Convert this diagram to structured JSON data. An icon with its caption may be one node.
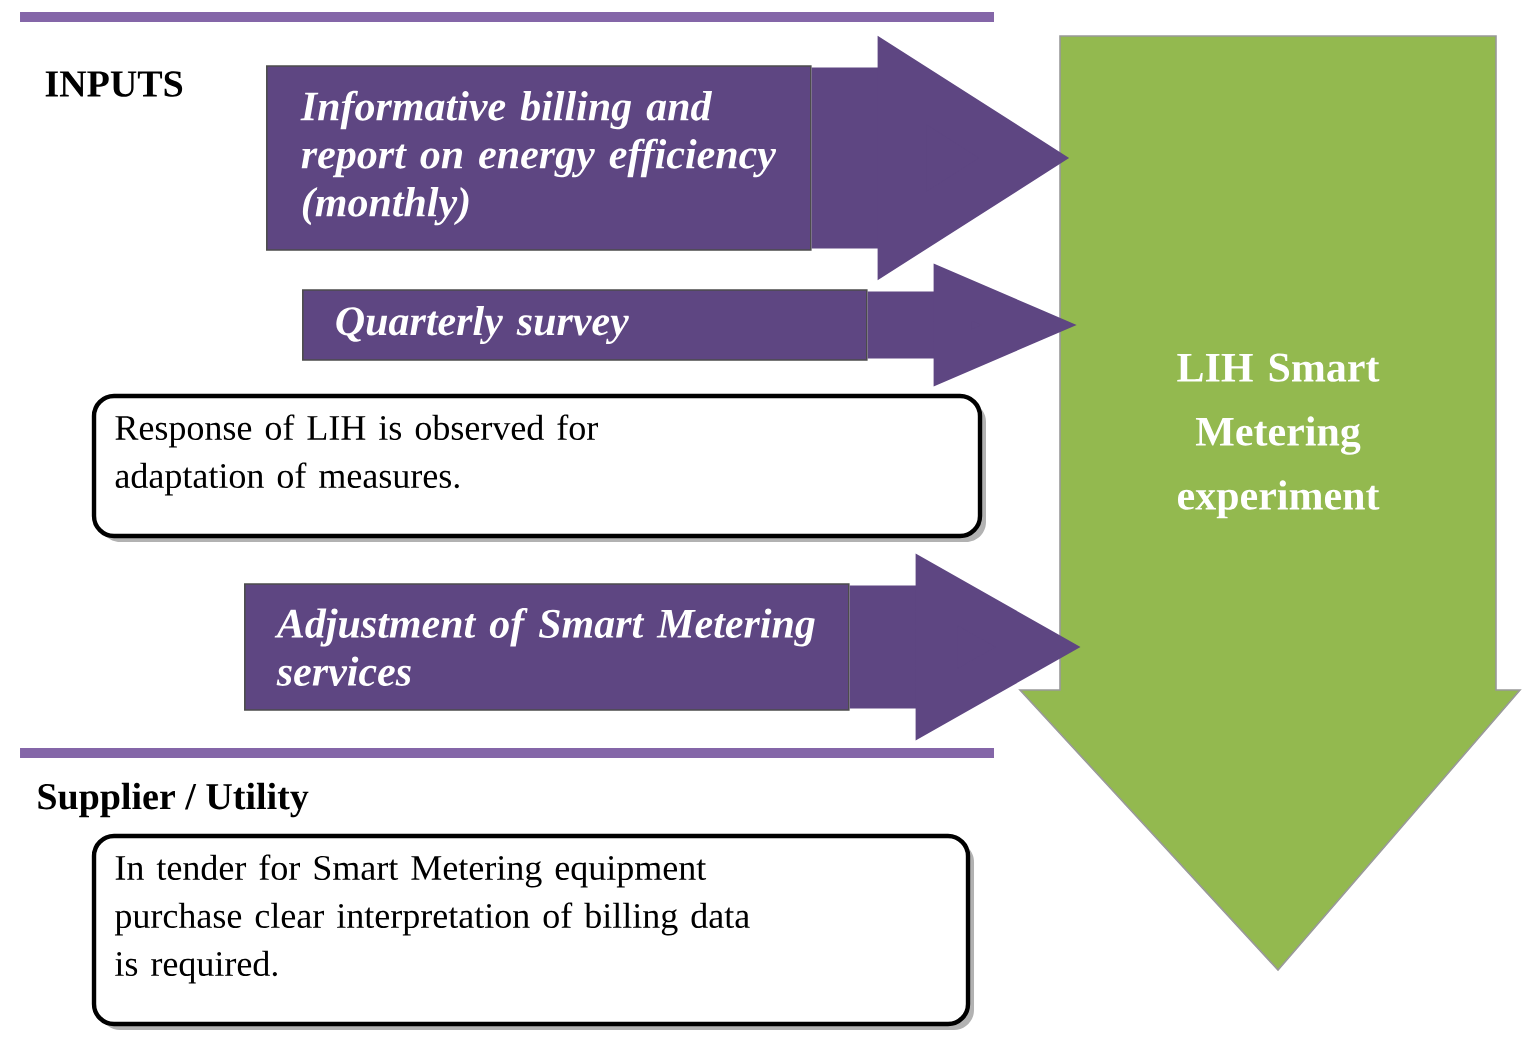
{
  "diagram": {
    "nodes": [
      {
        "text": [
          "Informative billing and report on energy efficiency (monthly)"
        ]
      },
      {
        "text": [
          "Quarterly survey"
        ]
      },
      {
        "text": [
          "Response of LIH is observed for adaptation of measures."
        ]
      },
      {
        "text": [
          "Adjustment of Smart Metering services"
        ]
      },
      {
        "text": [
          "LIH Smart Metering experiment"
        ]
      },
      {
        "text": [
          "In tender for Smart Metering equipment purchase clear interpretation of billing data is required."
        ]
      }
    ],
    "edges": [
      {
        "from": 0,
        "to": 4,
        "arrow": "to"
      },
      {
        "from": 1,
        "to": 4,
        "arrow": "to"
      },
      {
        "from": 3,
        "to": 4,
        "arrow": "to"
      }
    ],
    "labels": [
      "INPUTS",
      "Supplier / Utility"
    ]
  }
}
